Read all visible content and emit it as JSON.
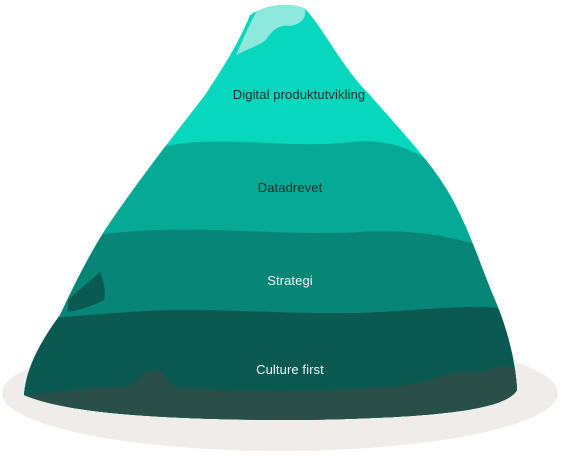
{
  "diagram": {
    "type": "layered-mountain",
    "layers": [
      {
        "label": "Digital produktutvikling",
        "color": "#07d7bd",
        "text_color": "#16302c"
      },
      {
        "label": "Datadrevet",
        "color": "#06a896",
        "text_color": "#16302c"
      },
      {
        "label": "Strategi",
        "color": "#078577",
        "text_color": "#eef7f5"
      },
      {
        "label": "Culture first",
        "color": "#0b5a51",
        "text_color": "#eef7f5"
      }
    ],
    "colors": {
      "peak_snow": "#8ce9dc",
      "ground_shadow": "#efecea",
      "base_shadow": "#2f4d47"
    }
  }
}
